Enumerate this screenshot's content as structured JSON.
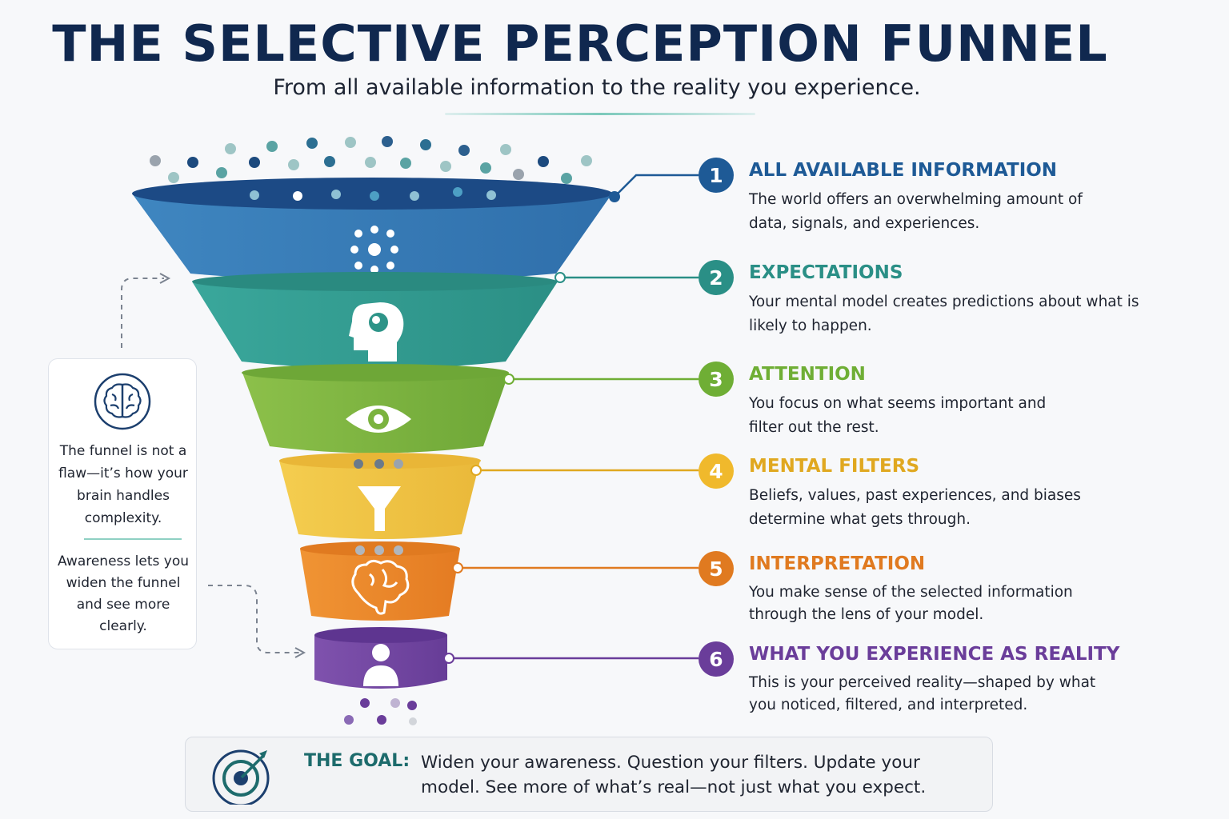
{
  "title": "THE SELECTIVE PERCEPTION FUNNEL",
  "subtitle": "From all available information to the reality you experience.",
  "steps": [
    {
      "number": "1",
      "title": "ALL AVAILABLE INFORMATION",
      "description": "The world offers an overwhelming amount of data, signals, and experiences.",
      "color": "#1e5a96",
      "icon": "dots-cluster-icon"
    },
    {
      "number": "2",
      "title": "EXPECTATIONS",
      "description": "Your mental model creates predictions about what is likely to happen.",
      "color": "#2a8f86",
      "icon": "head-brain-icon"
    },
    {
      "number": "3",
      "title": "ATTENTION",
      "description": "You focus on what seems important and filter out the rest.",
      "color": "#6fae35",
      "icon": "eye-icon"
    },
    {
      "number": "4",
      "title": "MENTAL FILTERS",
      "description": "Beliefs, values, past experiences, and biases determine what gets through.",
      "color": "#e0a820",
      "icon": "filter-icon"
    },
    {
      "number": "5",
      "title": "INTERPRETATION",
      "description": "You make sense of the selected information through the lens of your model.",
      "color": "#e07a20",
      "icon": "brain-icon"
    },
    {
      "number": "6",
      "title": "WHAT YOU EXPERIENCE AS REALITY",
      "description": "This is your perceived reality—shaped by what you noticed, filtered, and interpreted.",
      "color": "#6a3d9a",
      "icon": "person-icon"
    }
  ],
  "side_note": {
    "icon": "brain-outline-icon",
    "text_1": "The funnel is not a flaw—it’s how your brain handles complexity.",
    "text_2": "Awareness lets you widen the funnel and see more clearly."
  },
  "goal": {
    "icon": "target-arrow-icon",
    "label": "THE GOAL:",
    "text": "Widen your awareness. Question your filters. Update your model. See more of what’s real—not just what you expect."
  }
}
